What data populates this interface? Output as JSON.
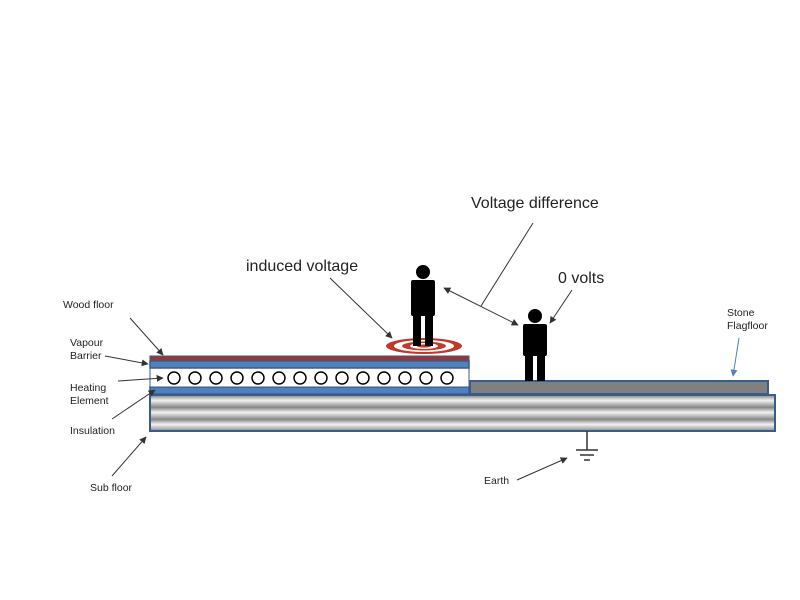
{
  "labels": {
    "wood_floor": "Wood floor",
    "vapour_barrier": [
      "Vapour",
      "Barrier"
    ],
    "heating_element": [
      "Heating",
      "Element"
    ],
    "insulation": "Insulation",
    "sub_floor": "Sub floor",
    "stone_floor": [
      "Stone",
      "Flagfloor"
    ],
    "earth": "Earth",
    "induced_voltage": "induced voltage",
    "voltage_difference": "Voltage difference",
    "zero_volts": "0 volts"
  },
  "heating_coil_count": 14,
  "colors": {
    "blue_layer": "#4f81bd",
    "outline": "#385d8a",
    "wood_floor": "#953735",
    "stone_floor": "#808080",
    "target_red": "#c0392b",
    "figure": "#000000"
  }
}
